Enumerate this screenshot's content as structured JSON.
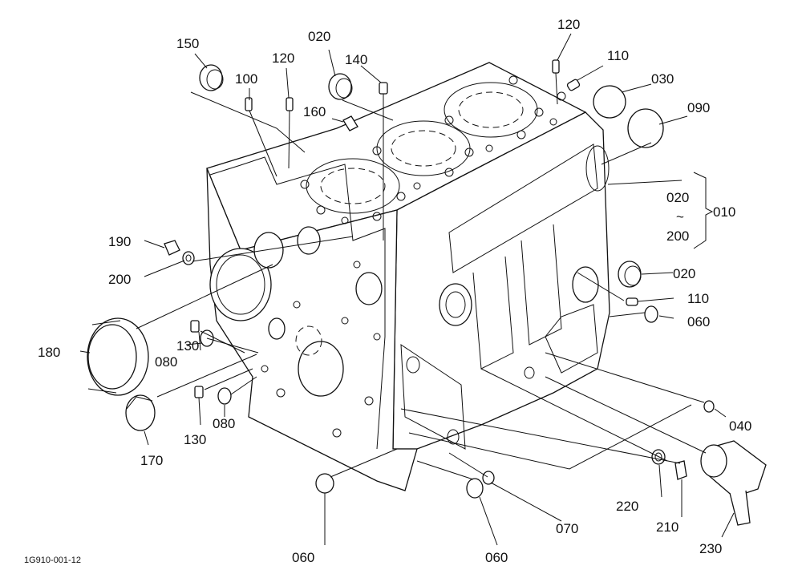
{
  "labels": {
    "l150": "150",
    "l100": "100",
    "l120a": "120",
    "l020a": "020",
    "l140": "140",
    "l120b": "120",
    "l110a": "110",
    "l030": "030",
    "l090": "090",
    "l160": "160",
    "l020b": "020",
    "l010": "010",
    "ltilde": "~",
    "l200b": "200",
    "l190": "190",
    "l200a": "200",
    "l020c": "020",
    "l110b": "110",
    "l060a": "060",
    "l180": "180",
    "l130a": "130",
    "l080a": "080",
    "l040": "040",
    "l130b": "130",
    "l080b": "080",
    "l170": "170",
    "l220": "220",
    "l210": "210",
    "l070": "070",
    "l060b": "060",
    "l060c": "060",
    "l230": "230"
  },
  "caption": "1G910-001-12"
}
